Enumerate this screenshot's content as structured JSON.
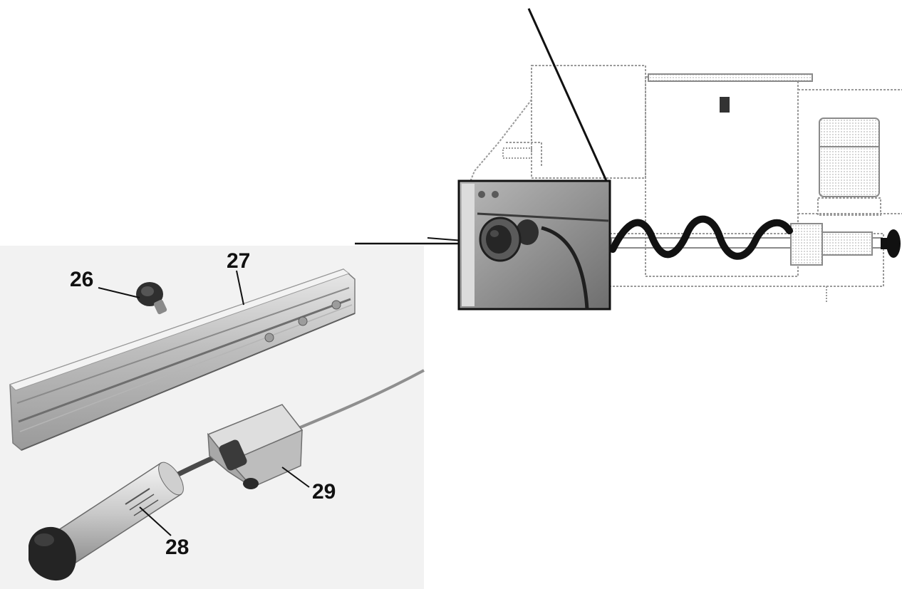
{
  "figure": {
    "callouts": [
      {
        "id": "26",
        "label": "26"
      },
      {
        "id": "27",
        "label": "27"
      },
      {
        "id": "28",
        "label": "28"
      },
      {
        "id": "29",
        "label": "29"
      }
    ]
  },
  "colors": {
    "ink": "#111111",
    "photo_bg": "#f1f1f1",
    "steel": "#cfcfcf",
    "steel_dark": "#8d8d8d",
    "knob": "#2a2a2a",
    "inset_bg": "#7a7a7a",
    "drawing_line": "#9a9a9a"
  }
}
